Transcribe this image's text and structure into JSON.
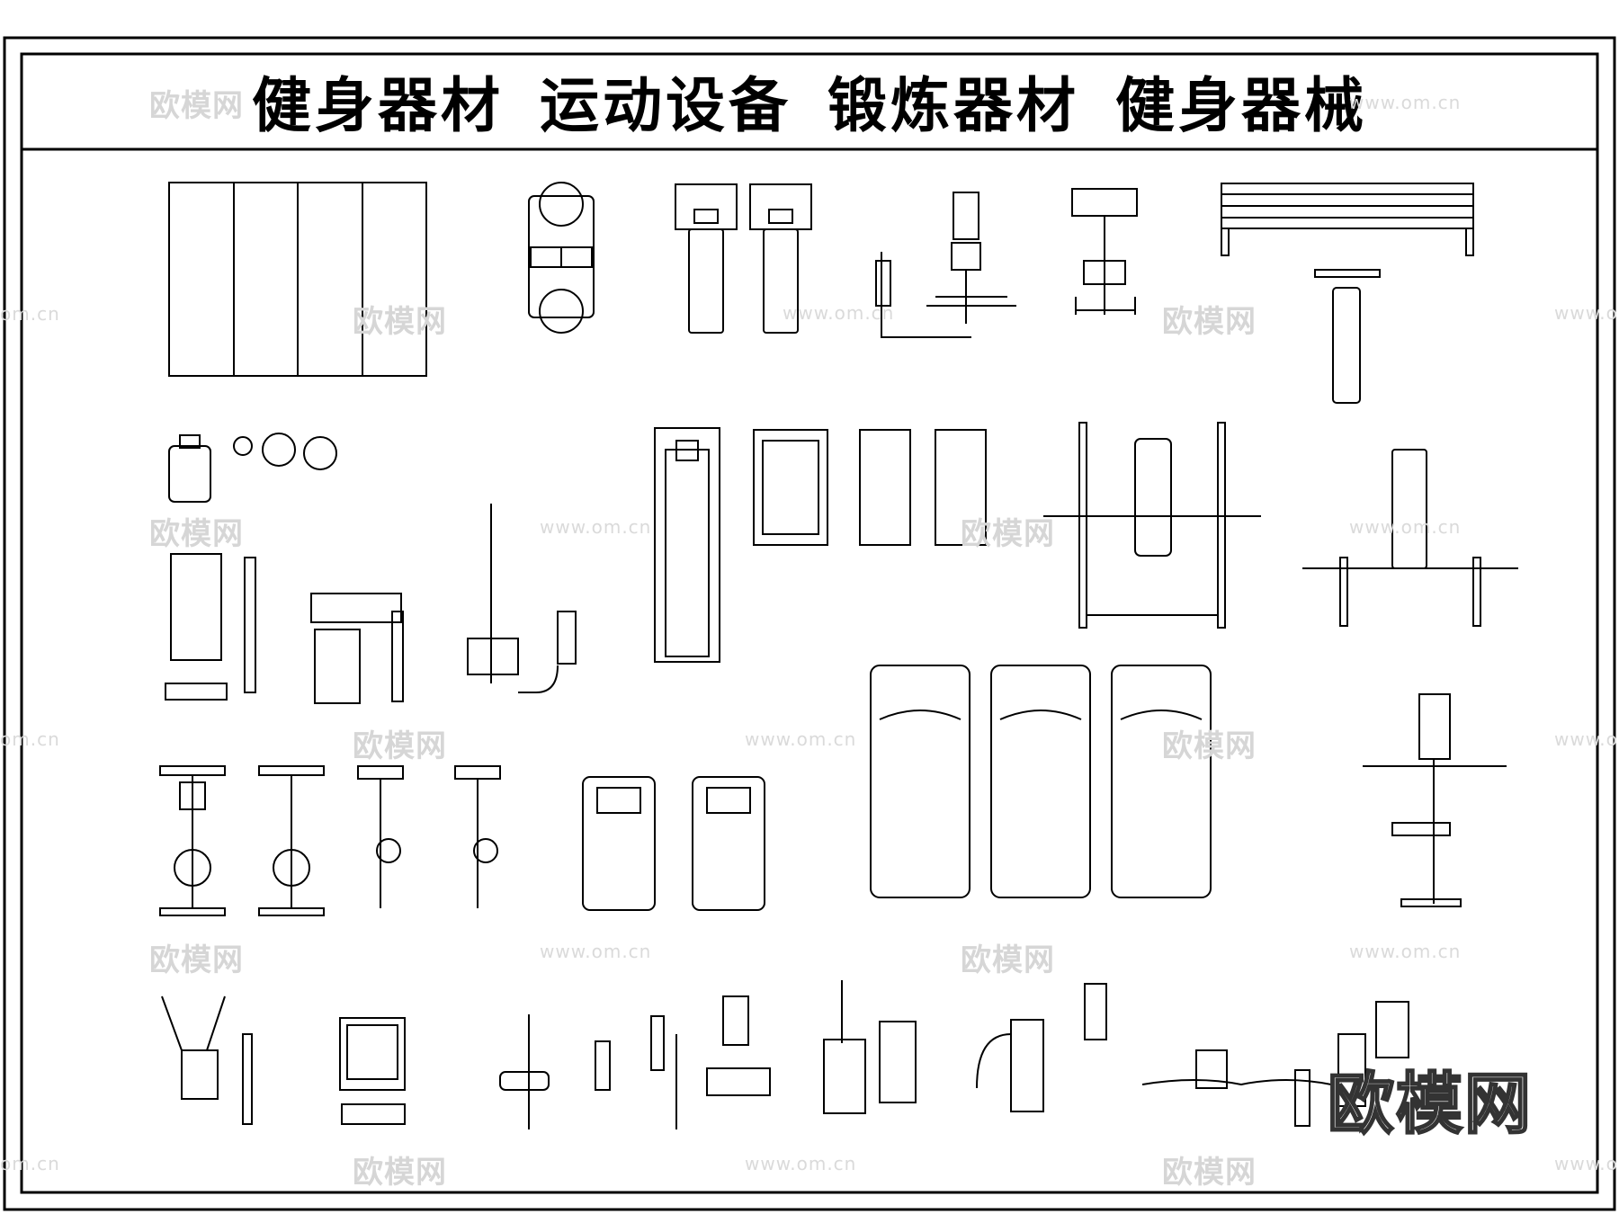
{
  "title": {
    "items": [
      "健身器材",
      "运动设备",
      "锻炼器材",
      "健身器械"
    ]
  },
  "watermark": {
    "text": "欧模网",
    "url": "www.om.cn",
    "url_short": "om.cn"
  },
  "brand": "欧模网",
  "colors": {
    "line": "#000000",
    "border": "#000000",
    "watermark": "#d6d6d6",
    "background": "#ffffff"
  }
}
